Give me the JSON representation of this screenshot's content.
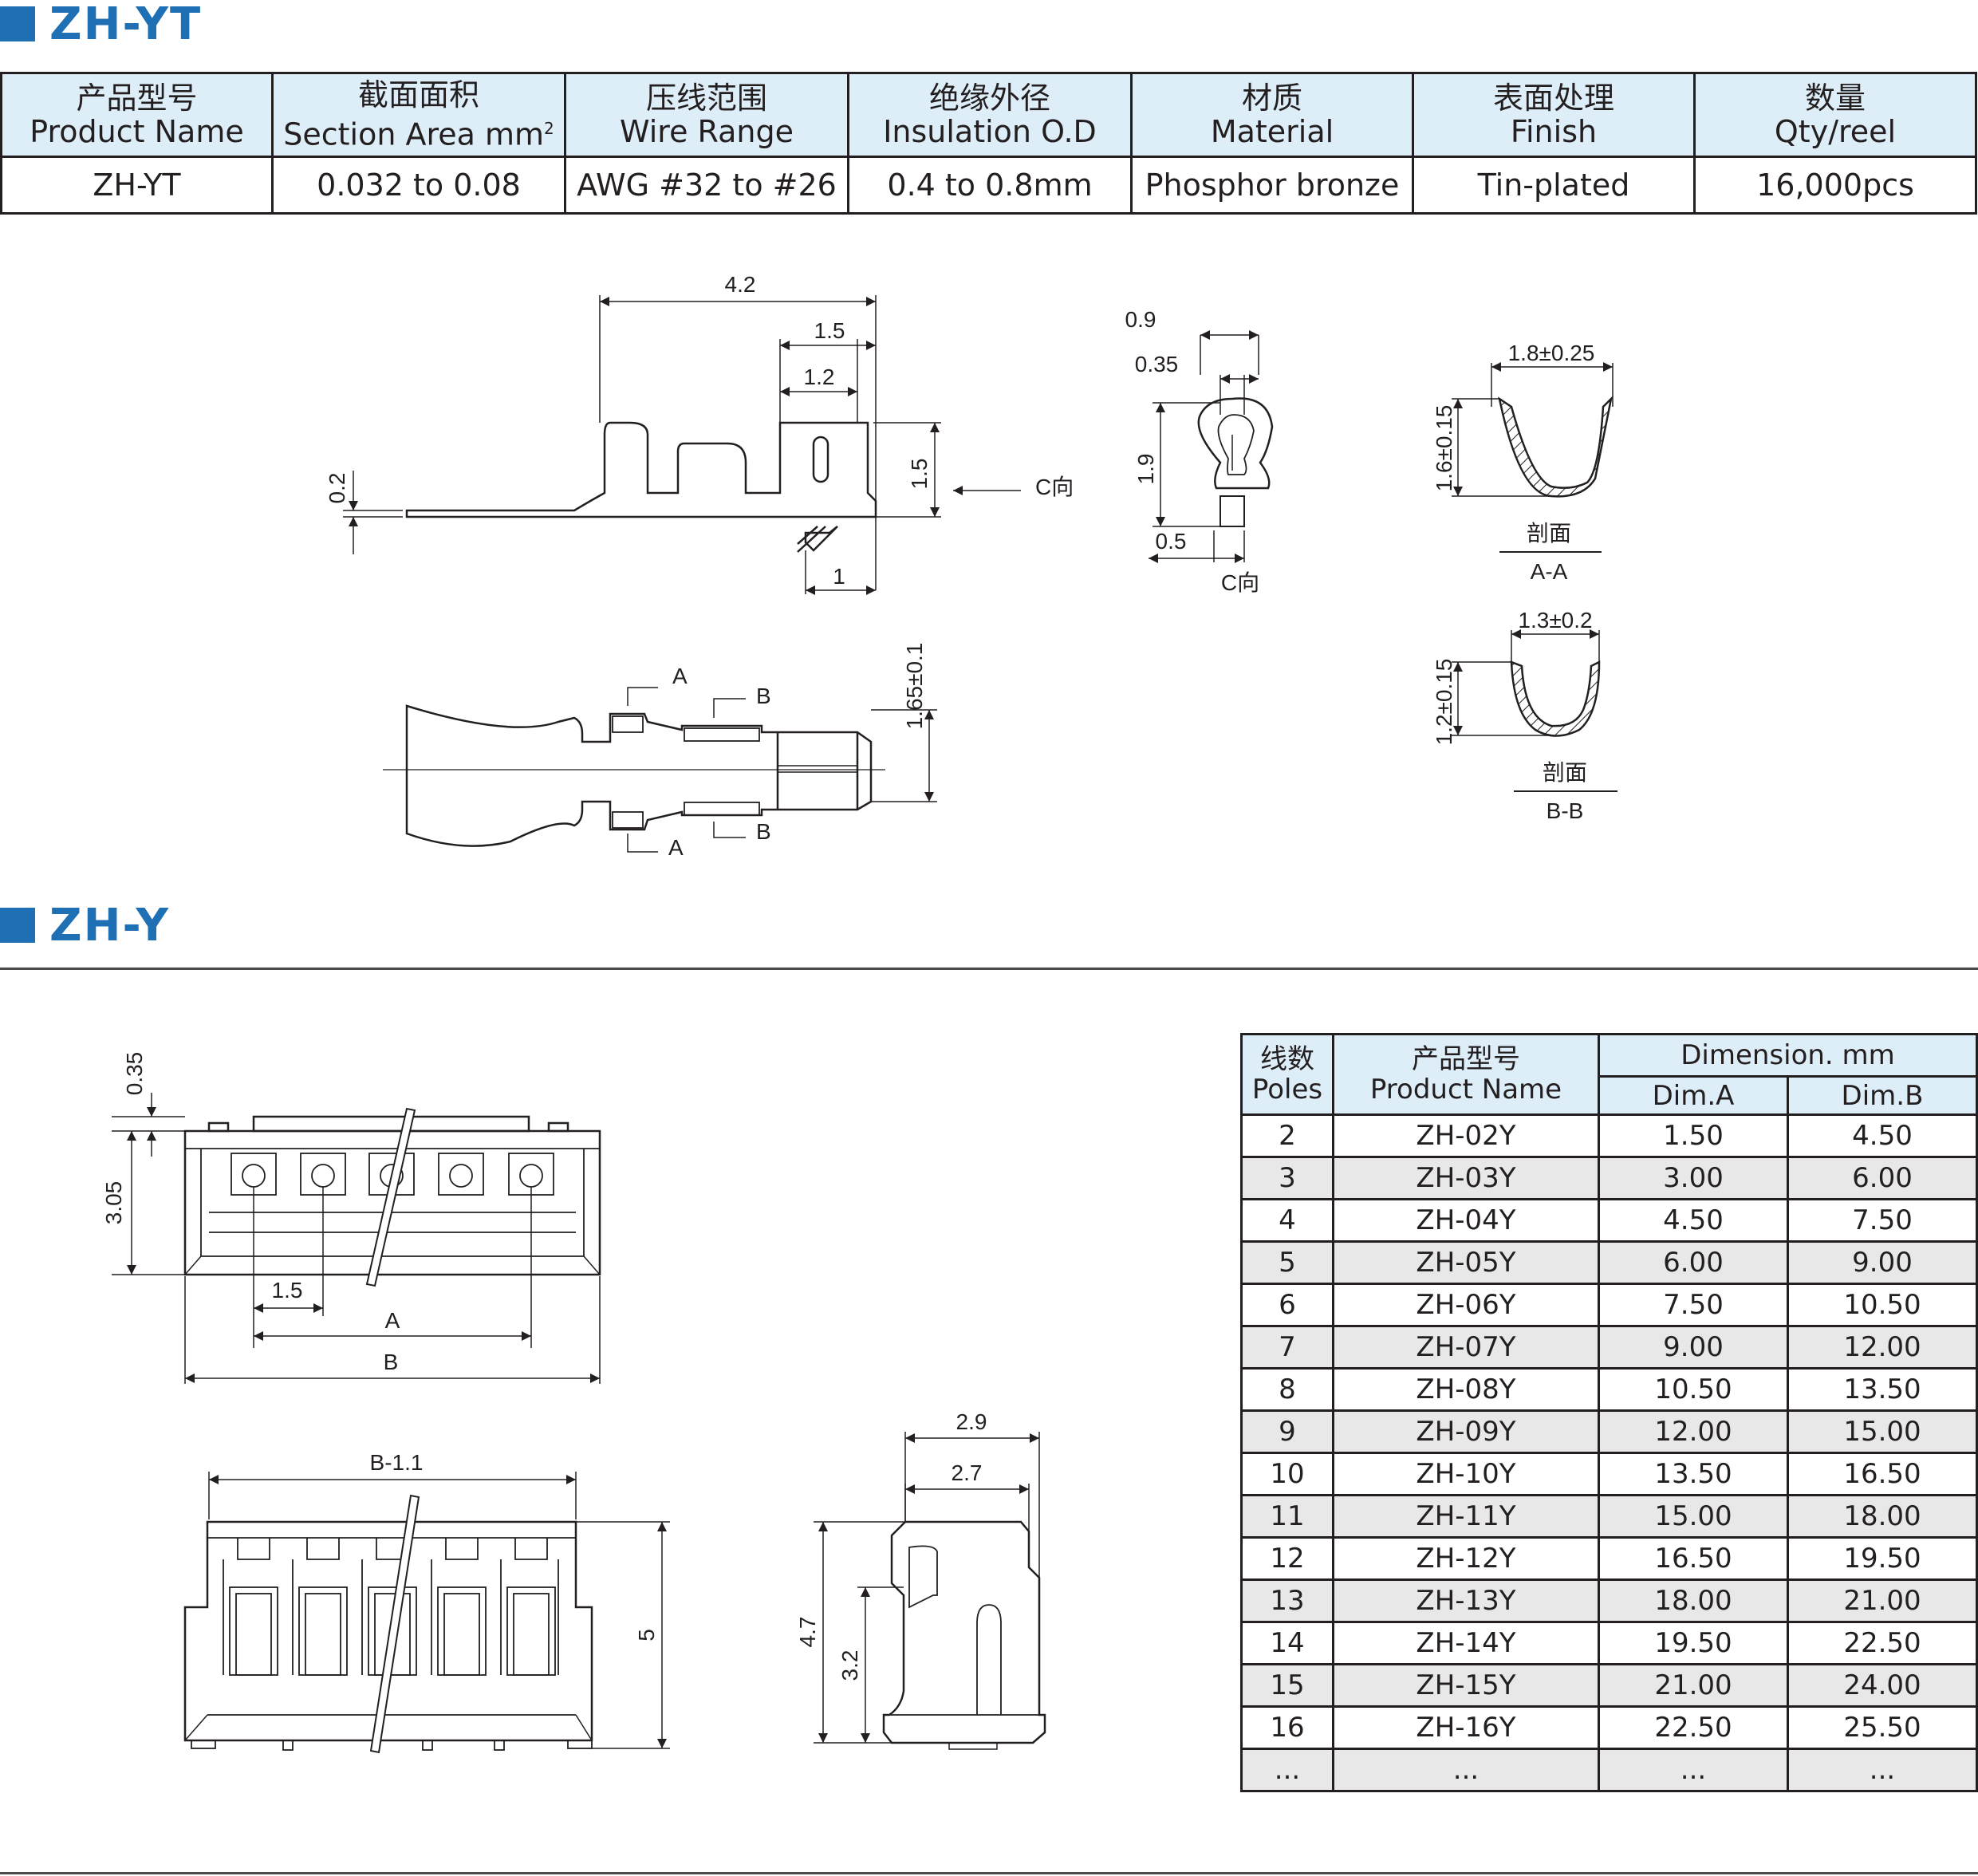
{
  "sections": {
    "zh_yt_title": "ZH-YT",
    "zh_y_title": "ZH-Y"
  },
  "spec_table": {
    "headers": [
      {
        "zh": "产品型号",
        "en": "Product Name"
      },
      {
        "zh": "截面面积",
        "en": "Section Area mm",
        "sup": "2"
      },
      {
        "zh": "压线范围",
        "en": "Wire Range"
      },
      {
        "zh": "绝缘外径",
        "en": "Insulation O.D"
      },
      {
        "zh": "材质",
        "en": "Material"
      },
      {
        "zh": "表面处理",
        "en": "Finish"
      },
      {
        "zh": "数量",
        "en": "Qty/reel"
      }
    ],
    "row": [
      "ZH-YT",
      "0.032 to 0.08",
      "AWG #32 to #26",
      "0.4 to 0.8mm",
      "Phosphor bronze",
      "Tin-plated",
      "16,000pcs"
    ]
  },
  "terminal_drawing": {
    "dim_4_2": "4.2",
    "dim_1_5": "1.5",
    "dim_1_2": "1.2",
    "dim_0_2": "0.2",
    "dim_1_5_vert": "1.5",
    "dim_1": "1",
    "c_direction": "C向",
    "dim_1_65": "1.65±0.1",
    "label_a": "A",
    "label_b": "B"
  },
  "c_view": {
    "dim_0_9": "0.9",
    "dim_0_35": "0.35",
    "dim_1_9": "1.9",
    "dim_0_5": "0.5",
    "label": "C向"
  },
  "section_aa": {
    "width": "1.8±0.25",
    "height": "1.6±0.15",
    "caption_zh": "剖面",
    "caption": "A-A"
  },
  "section_bb": {
    "width": "1.3±0.2",
    "height": "1.2±0.15",
    "caption_zh": "剖面",
    "caption": "B-B"
  },
  "housing_drawing": {
    "dim_0_35": "0.35",
    "dim_3_05": "3.05",
    "dim_1_5": "1.5",
    "dim_a": "A",
    "dim_b": "B",
    "dim_b_minus": "B-1.1",
    "dim_5": "5",
    "dim_2_9": "2.9",
    "dim_2_7": "2.7",
    "dim_4_7": "4.7",
    "dim_3_2": "3.2"
  },
  "dim_table": {
    "h_poles_zh": "线数",
    "h_poles": "Poles",
    "h_product_zh": "产品型号",
    "h_product": "Product Name",
    "h_dimension": "Dimension. mm",
    "h_dim_a": "Dim.A",
    "h_dim_b": "Dim.B",
    "rows": [
      [
        "2",
        "ZH-02Y",
        "1.50",
        "4.50"
      ],
      [
        "3",
        "ZH-03Y",
        "3.00",
        "6.00"
      ],
      [
        "4",
        "ZH-04Y",
        "4.50",
        "7.50"
      ],
      [
        "5",
        "ZH-05Y",
        "6.00",
        "9.00"
      ],
      [
        "6",
        "ZH-06Y",
        "7.50",
        "10.50"
      ],
      [
        "7",
        "ZH-07Y",
        "9.00",
        "12.00"
      ],
      [
        "8",
        "ZH-08Y",
        "10.50",
        "13.50"
      ],
      [
        "9",
        "ZH-09Y",
        "12.00",
        "15.00"
      ],
      [
        "10",
        "ZH-10Y",
        "13.50",
        "16.50"
      ],
      [
        "11",
        "ZH-11Y",
        "15.00",
        "18.00"
      ],
      [
        "12",
        "ZH-12Y",
        "16.50",
        "19.50"
      ],
      [
        "13",
        "ZH-13Y",
        "18.00",
        "21.00"
      ],
      [
        "14",
        "ZH-14Y",
        "19.50",
        "22.50"
      ],
      [
        "15",
        "ZH-15Y",
        "21.00",
        "24.00"
      ],
      [
        "16",
        "ZH-16Y",
        "22.50",
        "25.50"
      ],
      [
        "...",
        "...",
        "...",
        "..."
      ]
    ]
  }
}
